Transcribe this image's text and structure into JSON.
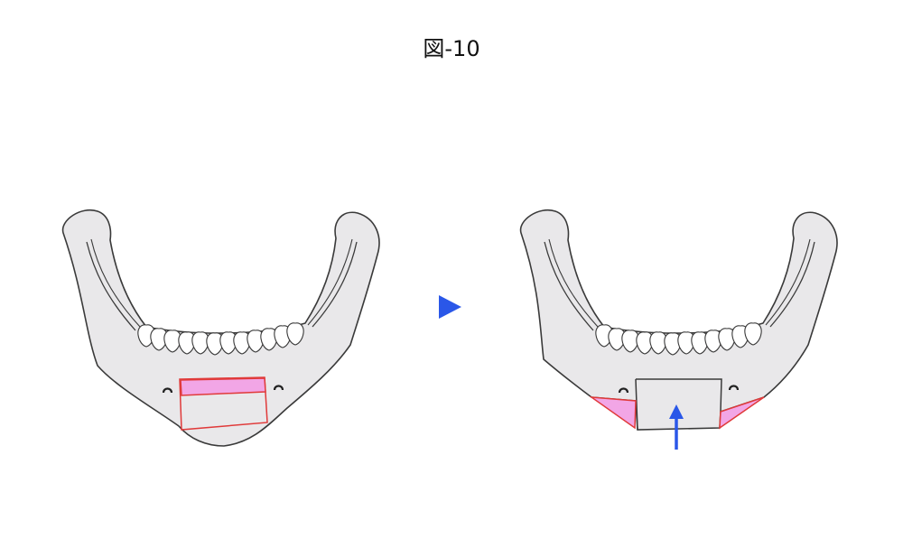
{
  "figure": {
    "title": "図-10"
  },
  "colors": {
    "bone_fill": "#e9e8ea",
    "bone_stroke": "#3a3a3a",
    "cut_line": "#e03a3a",
    "highlight_fill": "#f2a6e6",
    "arrow_blue": "#2a57e8",
    "play_triangle": "#2a57e8"
  },
  "icons": [
    "mandible-before-illustration",
    "mandible-after-illustration",
    "right-arrow-triangle-icon",
    "up-arrow-icon"
  ]
}
